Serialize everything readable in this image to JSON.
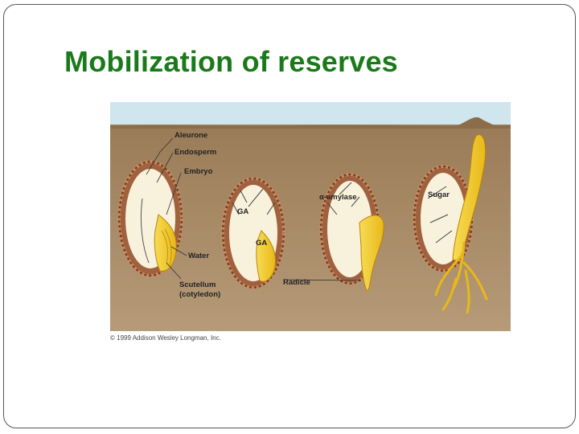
{
  "slide": {
    "title": "Mobilization of reserves"
  },
  "figure": {
    "labels": {
      "aleurone": "Aleurone",
      "endosperm": "Endosperm",
      "embryo": "Embryo",
      "water": "Water",
      "scutellum": "Scutellum",
      "cotyledon": "(cotyledon)",
      "ga_1": "GA",
      "ga_2": "GA",
      "alpha_amylase": "α-amylase",
      "radicle": "Radicle",
      "sugar": "Sugar"
    },
    "credit": "© 1999 Addison Wesley Longman, Inc.",
    "colors": {
      "sky": "#cfe6ee",
      "soil": "#a88c67",
      "seed_coat": "#9c5f3b",
      "endosperm": "#f8f1dc",
      "embryo": "#f2d23a"
    }
  }
}
